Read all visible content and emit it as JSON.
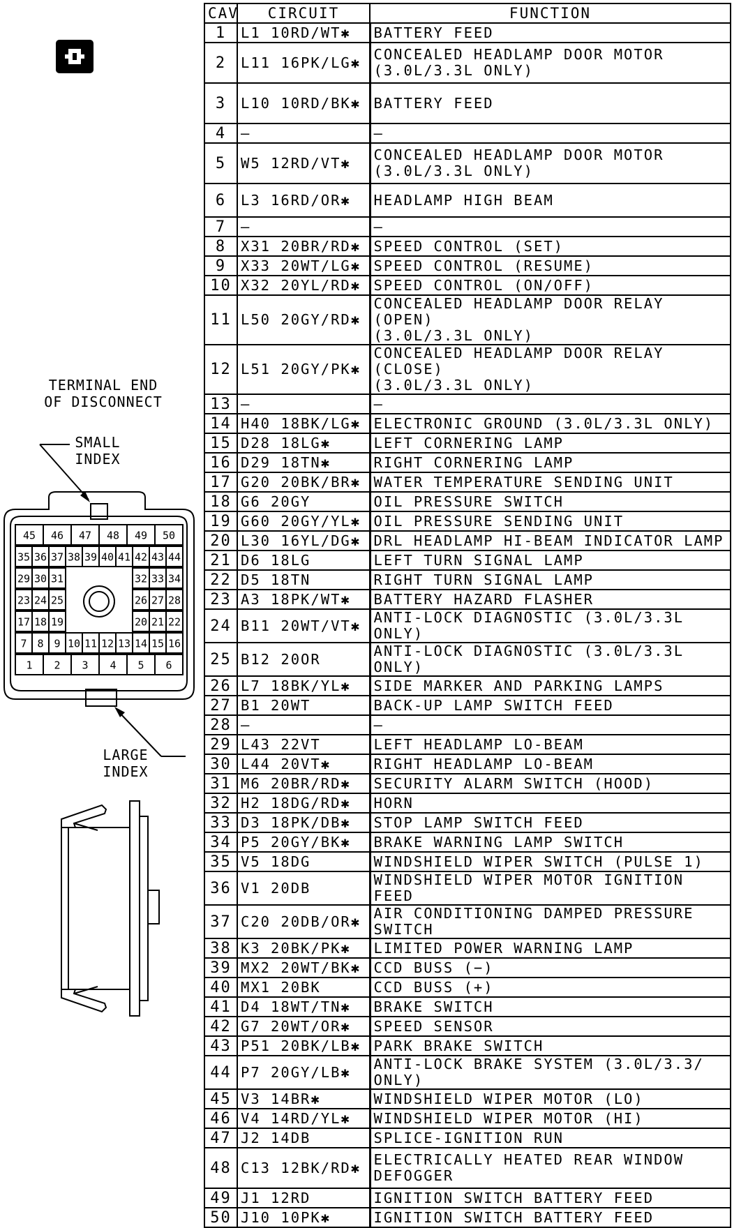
{
  "labels": {
    "terminal_end": "TERMINAL END\nOF DISCONNECT",
    "small_index": "SMALL\nINDEX",
    "large_index": "LARGE\nINDEX"
  },
  "connector_rows": [
    [
      "45",
      "46",
      "47",
      "48",
      "49",
      "50"
    ],
    [
      "35",
      "36",
      "37",
      "38",
      "39",
      "40",
      "41",
      "42",
      "43",
      "44"
    ],
    [
      "29",
      "30",
      "31",
      "32",
      "33",
      "34"
    ],
    [
      "23",
      "24",
      "25",
      "26",
      "27",
      "28"
    ],
    [
      "17",
      "18",
      "19",
      "20",
      "21",
      "22"
    ],
    [
      "7",
      "8",
      "9",
      "10",
      "11",
      "12",
      "13",
      "14",
      "15",
      "16"
    ],
    [
      "1",
      "2",
      "3",
      "4",
      "5",
      "6"
    ]
  ],
  "table": {
    "headers": [
      "CAV",
      "CIRCUIT",
      "FUNCTION"
    ],
    "rows": [
      {
        "cav": "1",
        "circuit": "L1  10RD/WT✱",
        "function": "BATTERY FEED"
      },
      {
        "cav": "2",
        "circuit": "L11  16PK/LG✱",
        "function": "CONCEALED HEADLAMP DOOR MOTOR\n(3.0L/3.3L ONLY)"
      },
      {
        "cav": "3",
        "circuit": "L10  10RD/BK✱",
        "function": "BATTERY FEED"
      },
      {
        "cav": "4",
        "circuit": "—",
        "function": "—"
      },
      {
        "cav": "5",
        "circuit": "W5  12RD/VT✱",
        "function": "CONCEALED HEADLAMP DOOR MOTOR\n(3.0L/3.3L ONLY)"
      },
      {
        "cav": "6",
        "circuit": "L3  16RD/OR✱",
        "function": "HEADLAMP HIGH BEAM"
      },
      {
        "cav": "7",
        "circuit": "—",
        "function": "—"
      },
      {
        "cav": "8",
        "circuit": "X31  20BR/RD✱",
        "function": "SPEED CONTROL (SET)"
      },
      {
        "cav": "9",
        "circuit": "X33  20WT/LG✱",
        "function": "SPEED CONTROL (RESUME)"
      },
      {
        "cav": "10",
        "circuit": "X32  20YL/RD✱",
        "function": "SPEED CONTROL (ON/OFF)"
      },
      {
        "cav": "11",
        "circuit": "L50  20GY/RD✱",
        "function": "CONCEALED HEADLAMP DOOR RELAY (OPEN)\n(3.0L/3.3L ONLY)"
      },
      {
        "cav": "12",
        "circuit": "L51  20GY/PK✱",
        "function": "CONCEALED HEADLAMP DOOR RELAY (CLOSE)\n(3.0L/3.3L ONLY)"
      },
      {
        "cav": "13",
        "circuit": "—",
        "function": "—"
      },
      {
        "cav": "14",
        "circuit": "H40  18BK/LG✱",
        "function": "ELECTRONIC GROUND (3.0L/3.3L ONLY)"
      },
      {
        "cav": "15",
        "circuit": "D28  18LG✱",
        "function": "LEFT CORNERING LAMP"
      },
      {
        "cav": "16",
        "circuit": "D29  18TN✱",
        "function": "RIGHT CORNERING LAMP"
      },
      {
        "cav": "17",
        "circuit": "G20  20BK/BR✱",
        "function": "WATER TEMPERATURE SENDING UNIT"
      },
      {
        "cav": "18",
        "circuit": "G6  20GY",
        "function": "OIL PRESSURE SWITCH"
      },
      {
        "cav": "19",
        "circuit": "G60  20GY/YL✱",
        "function": "OIL PRESSURE SENDING UNIT"
      },
      {
        "cav": "20",
        "circuit": "L30  16YL/DG✱",
        "function": "DRL HEADLAMP HI-BEAM INDICATOR LAMP"
      },
      {
        "cav": "21",
        "circuit": "D6  18LG",
        "function": "LEFT TURN SIGNAL LAMP"
      },
      {
        "cav": "22",
        "circuit": "D5  18TN",
        "function": "RIGHT TURN SIGNAL LAMP"
      },
      {
        "cav": "23",
        "circuit": "A3  18PK/WT✱",
        "function": "BATTERY HAZARD FLASHER"
      },
      {
        "cav": "24",
        "circuit": "B11  20WT/VT✱",
        "function": "ANTI-LOCK DIAGNOSTIC (3.0L/3.3L ONLY)"
      },
      {
        "cav": "25",
        "circuit": "B12  20OR",
        "function": "ANTI-LOCK DIAGNOSTIC (3.0L/3.3L ONLY)"
      },
      {
        "cav": "26",
        "circuit": "L7  18BK/YL✱",
        "function": "SIDE MARKER AND PARKING LAMPS"
      },
      {
        "cav": "27",
        "circuit": "B1  20WT",
        "function": "BACK-UP LAMP SWITCH FEED"
      },
      {
        "cav": "28",
        "circuit": "—",
        "function": "—"
      },
      {
        "cav": "29",
        "circuit": "L43  22VT",
        "function": "LEFT HEADLAMP LO-BEAM"
      },
      {
        "cav": "30",
        "circuit": "L44  20VT✱",
        "function": "RIGHT HEADLAMP LO-BEAM"
      },
      {
        "cav": "31",
        "circuit": "M6  20BR/RD✱",
        "function": "SECURITY ALARM SWITCH (HOOD)"
      },
      {
        "cav": "32",
        "circuit": "H2  18DG/RD✱",
        "function": "HORN"
      },
      {
        "cav": "33",
        "circuit": "D3  18PK/DB✱",
        "function": "STOP LAMP SWITCH FEED"
      },
      {
        "cav": "34",
        "circuit": "P5  20GY/BK✱",
        "function": "BRAKE WARNING LAMP SWITCH"
      },
      {
        "cav": "35",
        "circuit": "V5  18DG",
        "function": "WINDSHIELD WIPER SWITCH (PULSE 1)"
      },
      {
        "cav": "36",
        "circuit": "V1  20DB",
        "function": "WINDSHIELD WIPER MOTOR IGNITION FEED"
      },
      {
        "cav": "37",
        "circuit": "C20  20DB/OR✱",
        "function": "AIR CONDITIONING DAMPED PRESSURE SWITCH"
      },
      {
        "cav": "38",
        "circuit": "K3  20BK/PK✱",
        "function": "LIMITED POWER WARNING LAMP"
      },
      {
        "cav": "39",
        "circuit": "MX2  20WT/BK✱",
        "function": "CCD BUSS (−)"
      },
      {
        "cav": "40",
        "circuit": "MX1  20BK",
        "function": "CCD BUSS (+)"
      },
      {
        "cav": "41",
        "circuit": "D4  18WT/TN✱",
        "function": "BRAKE SWITCH"
      },
      {
        "cav": "42",
        "circuit": "G7  20WT/OR✱",
        "function": "SPEED SENSOR"
      },
      {
        "cav": "43",
        "circuit": "P51  20BK/LB✱",
        "function": "PARK BRAKE SWITCH"
      },
      {
        "cav": "44",
        "circuit": "P7  20GY/LB✱",
        "function": "ANTI-LOCK BRAKE SYSTEM (3.0L/3.3/ ONLY)"
      },
      {
        "cav": "45",
        "circuit": "V3  14BR✱",
        "function": "WINDSHIELD WIPER MOTOR (LO)"
      },
      {
        "cav": "46",
        "circuit": "V4  14RD/YL✱",
        "function": "WINDSHIELD WIPER MOTOR (HI)"
      },
      {
        "cav": "47",
        "circuit": "J2  14DB",
        "function": "SPLICE-IGNITION RUN"
      },
      {
        "cav": "48",
        "circuit": "C13  12BK/RD✱",
        "function": "ELECTRICALLY HEATED REAR WINDOW DEFOGGER"
      },
      {
        "cav": "49",
        "circuit": "J1  12RD",
        "function": "IGNITION SWITCH BATTERY FEED"
      },
      {
        "cav": "50",
        "circuit": "J10  10PK✱",
        "function": "IGNITION SWITCH BATTERY FEED"
      }
    ]
  }
}
